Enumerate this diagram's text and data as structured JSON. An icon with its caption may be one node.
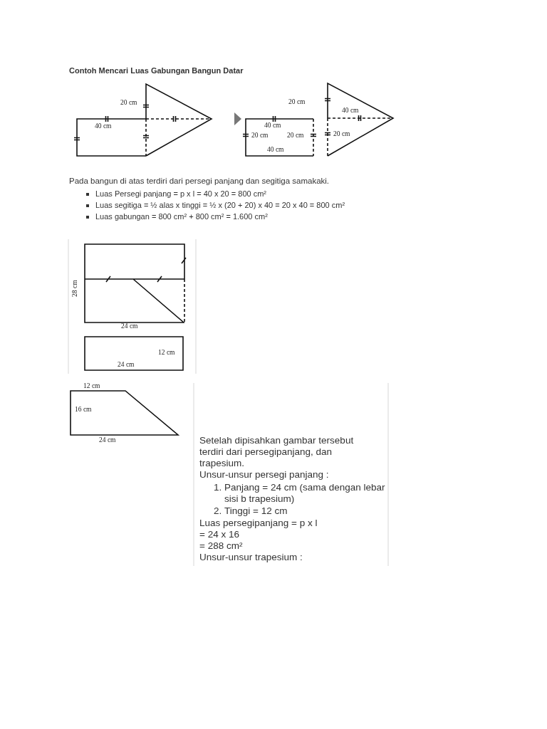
{
  "diagram": {
    "title": "Contoh Mencari Luas Gabungan Bangun Datar",
    "nodes": [
      {
        "text": [
          "20 cm",
          "40 cm"
        ]
      },
      {
        "text": [
          "40 cm",
          "20 cm",
          "20 cm",
          "40 cm"
        ],
        "beside": [
          "20 cm"
        ]
      },
      {
        "text": [
          "40 cm",
          "20 cm"
        ]
      },
      {
        "text": [],
        "shape": "box",
        "beside": [
          "28 cm",
          "24 cm"
        ]
      },
      {
        "text": [
          "12 cm",
          "24 cm"
        ]
      },
      {
        "text": [
          "16 cm"
        ],
        "beside": [
          "12 cm",
          "24 cm"
        ]
      }
    ],
    "edges": [
      {
        "from": 0,
        "to": 1,
        "arrow": "to",
        "style": "thick"
      }
    ],
    "labels": [
      "Pada bangun di atas terdiri dari persegi panjang dan segitiga samakaki.",
      "Luas Persegi panjang = p x l = 40 x 20 = 800 cm²",
      "Luas segitiga = ½ alas x tinggi = ½ x (20 + 20) x 40 = 20 x 40 = 800 cm²",
      "Luas gabungan = 800 cm² + 800 cm² = 1.600 cm²",
      "Setelah dipisahkan gambar tersebut terdiri dari persegipanjang, dan trapesium.",
      "Unsur-unsur persegi panjang :",
      "1.",
      "Panjang = 24 cm (sama dengan lebar sisi b trapesium)",
      "2.",
      "Tinggi = 12 cm",
      "Luas persegipanjang = p x l",
      "= 24 x 16",
      "= 288 cm²",
      "Unsur-unsur trapesium :"
    ]
  }
}
